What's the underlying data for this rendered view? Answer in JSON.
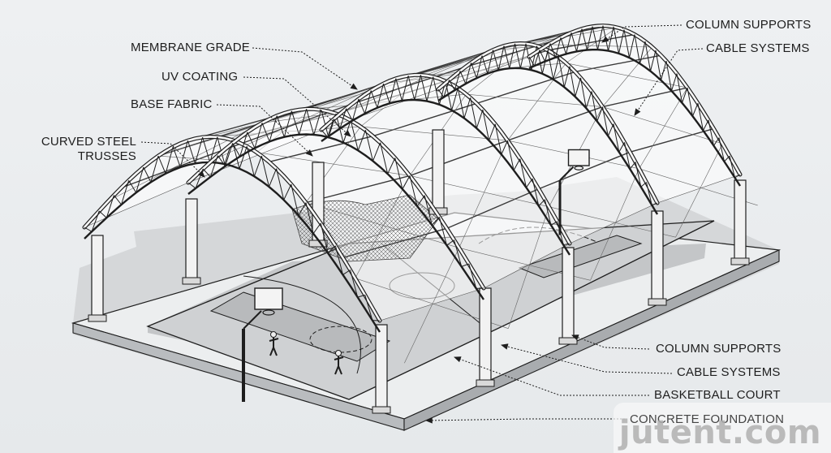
{
  "labels": {
    "membrane_grade": "MEMBRANE GRADE",
    "uv_coating": "UV COATING",
    "base_fabric": "BASE FABRIC",
    "curved_steel_line1": "CURVED STEEL",
    "curved_steel_line2": "TRUSSES",
    "column_supports_top": "COLUMN SUPPORTS",
    "cable_systems_top": "CABLE SYSTEMS",
    "column_supports_bottom": "COLUMN SUPPORTS",
    "cable_systems_bottom": "CABLE SYSTEMS",
    "basketball_court": "BASKETBALL COURT",
    "concrete_foundation": "CONCRETE FOUNDATION"
  },
  "watermark": "jutent.com",
  "colors": {
    "ink": "#1e1e1e",
    "ground": "#c9cbcd",
    "membrane": "#ffffff"
  }
}
